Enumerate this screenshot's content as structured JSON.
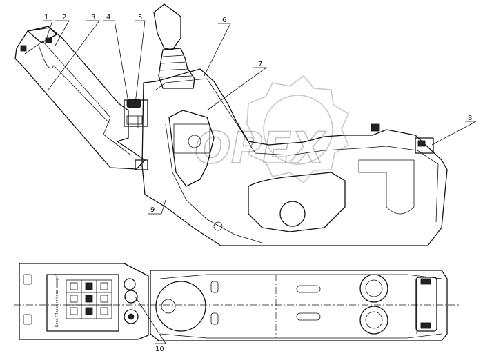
{
  "watermark": "OPEX",
  "plate_text": "Блок \"Передний ход-реверс\"",
  "callouts": [
    "1",
    "2",
    "3",
    "4",
    "5",
    "6",
    "7",
    "8",
    "9",
    "10"
  ]
}
